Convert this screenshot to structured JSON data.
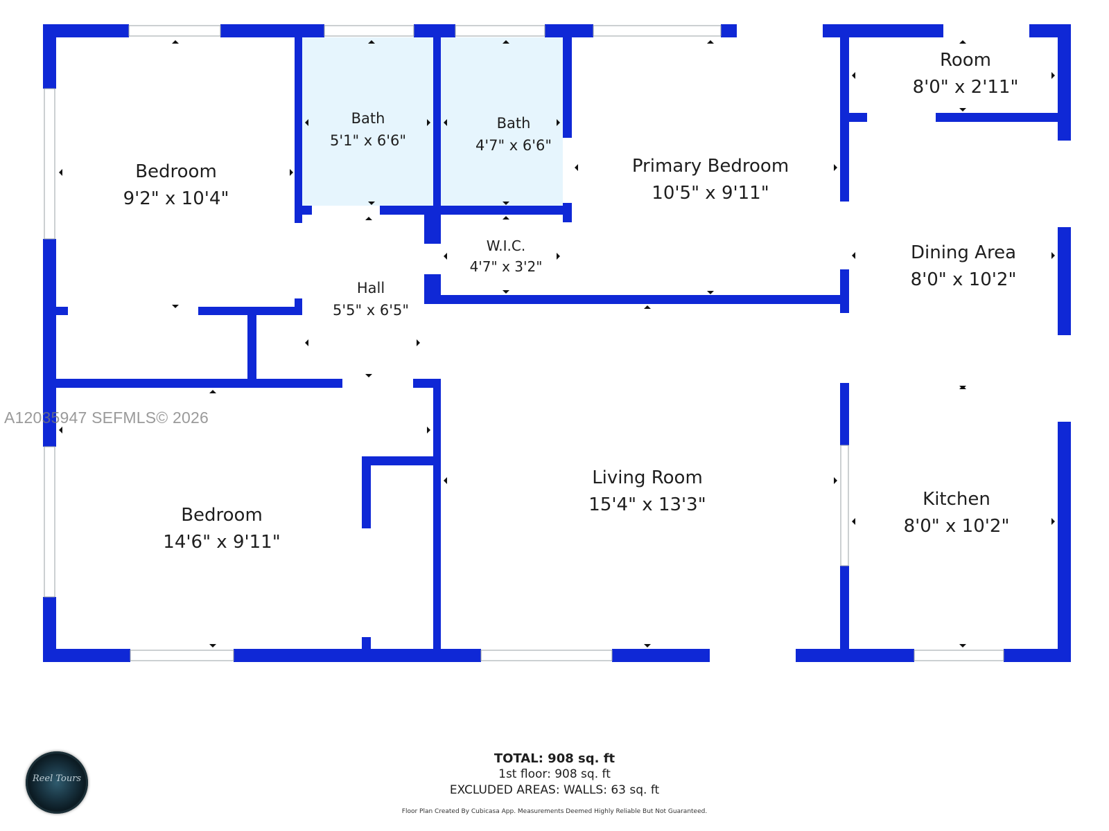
{
  "colors": {
    "wall": "#0f28d6",
    "bath_fill": "#e6f5fd",
    "background": "#ffffff",
    "marker": "#111111"
  },
  "rooms": {
    "bedroom_nw": {
      "name": "Bedroom",
      "dims": "9'2\" x 10'4\""
    },
    "bath_1": {
      "name": "Bath",
      "dims": "5'1\" x 6'6\""
    },
    "bath_2": {
      "name": "Bath",
      "dims": "4'7\" x 6'6\""
    },
    "primary_bedroom": {
      "name": "Primary Bedroom",
      "dims": "10'5\" x 9'11\""
    },
    "room_ne": {
      "name": "Room",
      "dims": "8'0\" x 2'11\""
    },
    "wic": {
      "name": "W.I.C.",
      "dims": "4'7\" x 3'2\""
    },
    "hall": {
      "name": "Hall",
      "dims": "5'5\" x 6'5\""
    },
    "dining_area": {
      "name": "Dining Area",
      "dims": "8'0\" x 10'2\""
    },
    "bedroom_sw": {
      "name": "Bedroom",
      "dims": "14'6\" x 9'11\""
    },
    "living_room": {
      "name": "Living Room",
      "dims": "15'4\" x 13'3\""
    },
    "kitchen": {
      "name": "Kitchen",
      "dims": "8'0\" x 10'2\""
    }
  },
  "watermark": "A12035947   SEFMLS© 2026",
  "logo": {
    "icon": "camera-lens-logo-icon",
    "signature": "Reel Tours"
  },
  "summary": {
    "total": "TOTAL: 908 sq. ft",
    "floor": "1st floor: 908 sq. ft",
    "excluded": "EXCLUDED AREAS: WALLS: 63 sq. ft"
  },
  "disclaimer": "Floor Plan Created By Cubicasa App. Measurements Deemed Highly Reliable But Not Guaranteed."
}
